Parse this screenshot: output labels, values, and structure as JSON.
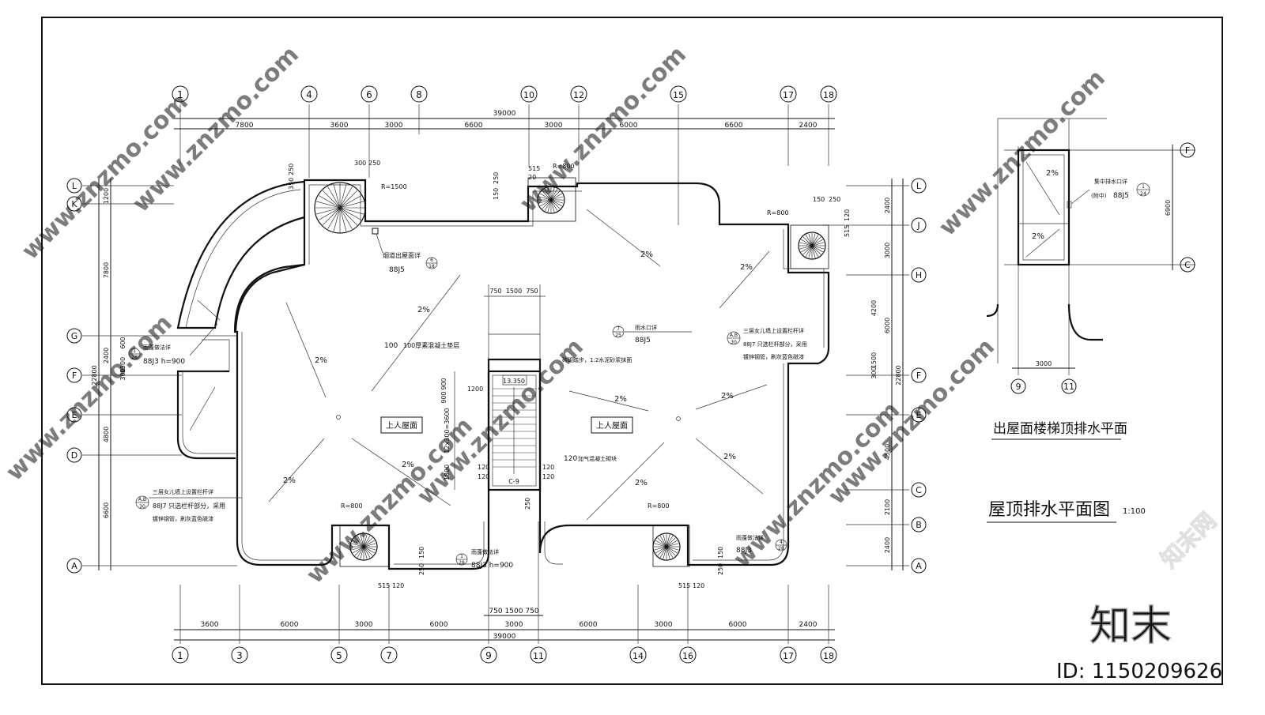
{
  "drawing": {
    "main_title": "屋顶排水平面图",
    "main_scale": "1:100",
    "detail_title": "出屋面楼梯顶排水平面",
    "brand": "知末",
    "id_label": "ID: 1150209626",
    "watermark": "www.znzmo.com",
    "watermark_cn": "知末网"
  },
  "axes": {
    "top": [
      "1",
      "4",
      "6",
      "8",
      "10",
      "12",
      "15",
      "17",
      "18"
    ],
    "bottom": [
      "1",
      "3",
      "5",
      "7",
      "9",
      "11",
      "14",
      "16",
      "17",
      "18"
    ],
    "left": [
      "L",
      "K",
      "G",
      "F",
      "E",
      "D",
      "A"
    ],
    "right": [
      "L",
      "J",
      "H",
      "F",
      "E",
      "C",
      "B",
      "A"
    ],
    "detail_top_right": [
      "F",
      "C"
    ],
    "detail_bottom": [
      "9",
      "11"
    ]
  },
  "dims": {
    "top_total": "39000",
    "top": [
      "7800",
      "3600",
      "3000",
      "6600",
      "3000",
      "6000",
      "6600",
      "2400"
    ],
    "bottom_total": "39000",
    "bottom": [
      "3600",
      "6000",
      "3000",
      "6000",
      "3000",
      "6000",
      "3000",
      "6000",
      "2400"
    ],
    "left_total": "22800",
    "left": [
      "1200",
      "7800",
      "2400",
      "1500",
      "600",
      "300",
      "900",
      "900",
      "4800",
      "6600"
    ],
    "right_total": "22800",
    "right": [
      "2400",
      "3000",
      "4200",
      "6000",
      "300",
      "1500",
      "4500",
      "2100",
      "2400"
    ],
    "detail_right": "6900",
    "detail_bottom": "3000",
    "stair_top": [
      "750",
      "1500",
      "750"
    ],
    "stair_bottom": [
      "750",
      "1500",
      "750"
    ],
    "stair_side": [
      "1200",
      "12x300=3600",
      "1800"
    ],
    "misc": [
      "300",
      "250",
      "350",
      "250",
      "515",
      "20",
      "150",
      "250",
      "515",
      "120",
      "150",
      "250",
      "515",
      "120",
      "250",
      "150",
      "515",
      "120",
      "250",
      "150",
      "120",
      "120",
      "120",
      "120",
      "250"
    ]
  },
  "labels": {
    "slope": "2%",
    "upper_roof": "上人屋面",
    "elev": "13.350",
    "c9": "C-9",
    "r1500": "R=1500",
    "r800": "R=800",
    "chimney": "烟道出屋面详",
    "chimney_ref": "88J5",
    "chimney_num": "6",
    "chimney_den": "18",
    "rain_outlet": "雨水口详",
    "rain_outlet_ref": "88J5",
    "rain_outlet_num": "7",
    "rain_outlet_den": "25",
    "concrete": "100厚素混凝土垫层",
    "concrete_prefix": "100",
    "step_note": "砖砌踏步，1:2水泥砂浆抹面",
    "block_note": "加气混凝土砌块",
    "block_prefix": "120",
    "canopy": "雨蓬做法详",
    "canopy_ref": "88J3 h=900",
    "canopy_ref2": "88J3",
    "canopy_num": "1",
    "canopy_den": "28",
    "canopy_num2": "4",
    "canopy_den2": "28",
    "parapet": "三层女儿墙上设置栏杆详",
    "parapet_ref": "88J7 只选栏杆部分，采用",
    "parapet_ref2": "镀锌钢管，刷灰蓝色磁漆",
    "parapet_num": "A,B",
    "parapet_den": "30",
    "drain_detail": "集中排水口详",
    "drain_detail_sub": "(附中)",
    "drain_ref": "88J5",
    "drain_num": "1",
    "drain_den": "24"
  }
}
